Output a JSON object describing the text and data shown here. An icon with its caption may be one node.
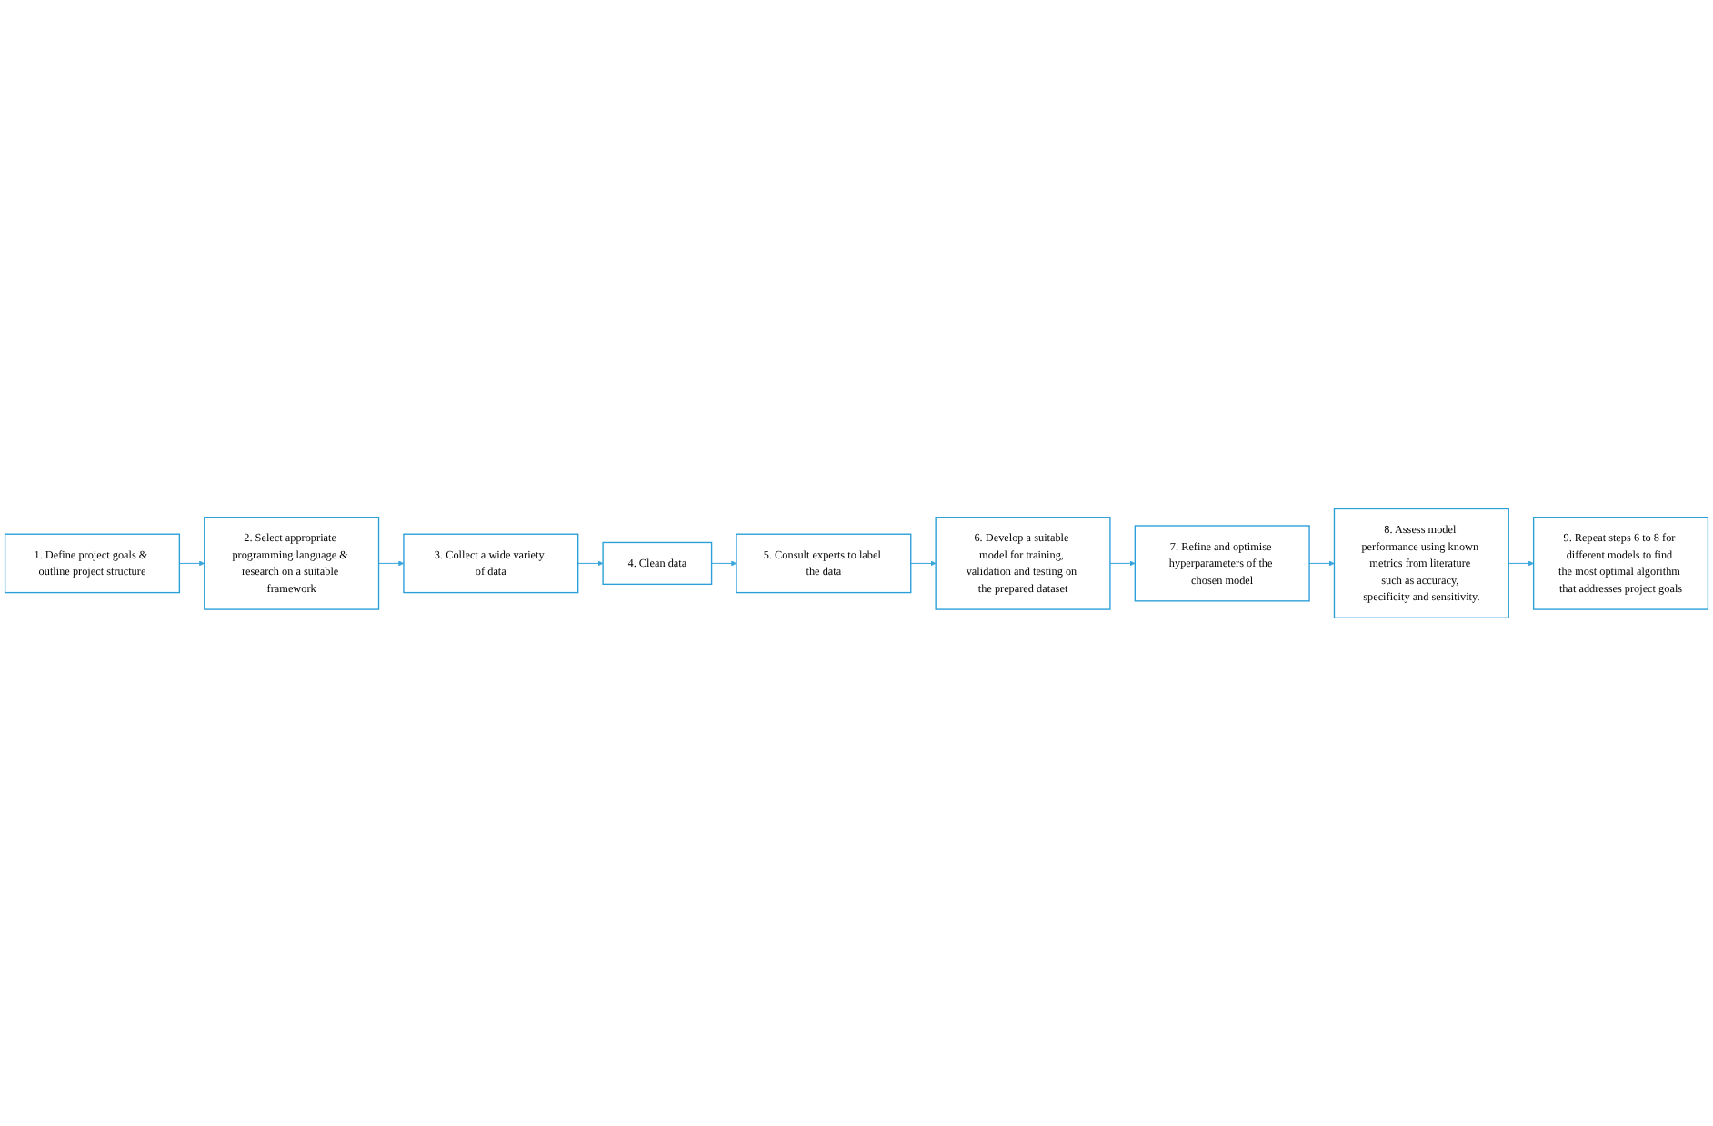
{
  "diagram": {
    "nodes": [
      {
        "text": [
          "1. Define project goals & outline project structure"
        ]
      },
      {
        "text": [
          "2. Select appropriate programming language & research on a suitable framework"
        ]
      },
      {
        "text": [
          "3. Collect a wide variety of data"
        ]
      },
      {
        "text": [
          "4. Clean data"
        ]
      },
      {
        "text": [
          "5. Consult experts to label the data"
        ]
      },
      {
        "text": [
          "6. Develop a suitable model for training, validation and testing on the prepared dataset"
        ]
      },
      {
        "text": [
          "7. Refine and optimise hyperparameters of the chosen model"
        ]
      },
      {
        "text": [
          "8. Assess model performance using known metrics from literature such as accuracy, specificity and sensitivity."
        ]
      },
      {
        "text": [
          "9. Repeat steps 6 to 8 for different models to find the most optimal algorithm that addresses project goals"
        ]
      }
    ],
    "edges": [
      {
        "from": 0,
        "to": 1,
        "arrow": "to"
      },
      {
        "from": 1,
        "to": 2,
        "arrow": "to"
      },
      {
        "from": 2,
        "to": 3,
        "arrow": "to"
      },
      {
        "from": 3,
        "to": 4,
        "arrow": "to"
      },
      {
        "from": 4,
        "to": 5,
        "arrow": "to"
      },
      {
        "from": 5,
        "to": 6,
        "arrow": "to"
      },
      {
        "from": 6,
        "to": 7,
        "arrow": "to"
      },
      {
        "from": 7,
        "to": 8,
        "arrow": "to"
      }
    ]
  }
}
